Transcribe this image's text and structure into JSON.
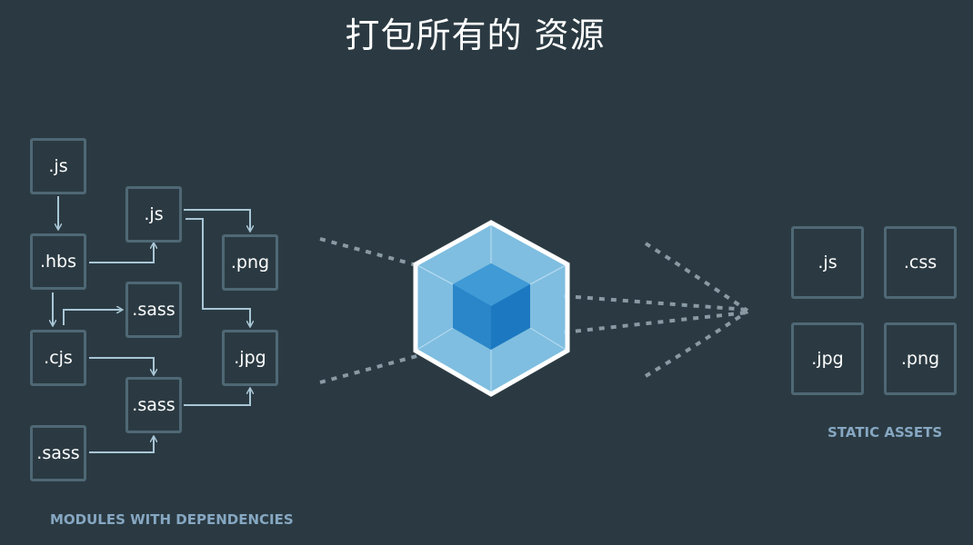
{
  "title": "打包所有的 资源",
  "modules": {
    "caption": "MODULES WITH DEPENDENCIES",
    "items": [
      ".js",
      ".hbs",
      ".cjs",
      ".sass",
      ".js",
      ".sass",
      ".sass",
      ".png",
      ".jpg"
    ]
  },
  "assets": {
    "caption": "STATIC ASSETS",
    "items": [
      ".js",
      ".css",
      ".jpg",
      ".png"
    ]
  },
  "colors": {
    "background": "#2b3a42",
    "box_border": "#4f6875",
    "connector": "#a9c6d6",
    "caption": "#86a7c2",
    "cube_outer": "#8ed6fb",
    "cube_inner": "#1c78c0"
  }
}
